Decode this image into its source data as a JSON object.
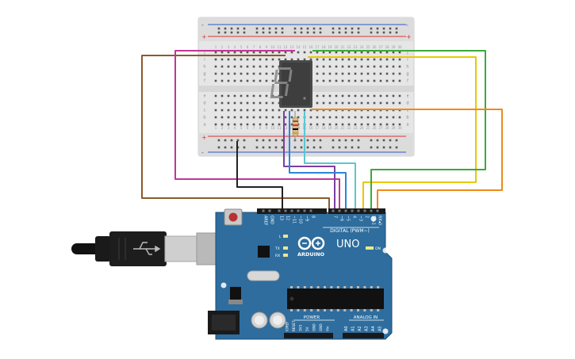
{
  "board": {
    "name": "UNO",
    "brand": "ARDUINO",
    "digital_label": "DIGITAL (PWM~)",
    "power_label": "POWER",
    "analog_label": "ANALOG IN",
    "on_label": "ON",
    "led_l": "L",
    "led_tx": "TX",
    "led_rx": "RX",
    "top_pins": [
      "AREF",
      "GND",
      "13",
      "12",
      "~11",
      "~10",
      "~9",
      "8",
      "7",
      "~6",
      "~5",
      "4",
      "~3",
      "2",
      "TX▸1",
      "RX◂0"
    ],
    "power_pins": [
      "IOREF",
      "RESET",
      "3V3",
      "5V",
      "GND",
      "GND",
      "Vin"
    ],
    "analog_pins": [
      "A0",
      "A1",
      "A2",
      "A3",
      "A4",
      "A5"
    ]
  },
  "breadboard": {
    "row_letters_top": [
      "j",
      "i",
      "h",
      "g",
      "f"
    ],
    "row_letters_bottom": [
      "e",
      "d",
      "c",
      "b",
      "a"
    ],
    "columns": [
      "1",
      "2",
      "3",
      "4",
      "5",
      "6",
      "7",
      "8",
      "9",
      "10",
      "11",
      "12",
      "13",
      "14",
      "15",
      "16",
      "17",
      "18",
      "19",
      "20",
      "21",
      "22",
      "23",
      "24",
      "25",
      "26",
      "27",
      "28",
      "29",
      "30"
    ],
    "plus": "+",
    "minus": "-"
  },
  "display": {
    "digit": "8"
  },
  "colors": {
    "board_blue": "#2e6d9e",
    "wire_brown": "#8b5a2b",
    "wire_magenta": "#c0369a",
    "wire_purple": "#7b3fa0",
    "wire_blue": "#2a86d8",
    "wire_cyan": "#5cc6d0",
    "wire_green": "#3aaa3a",
    "wire_yellow": "#e8c800",
    "wire_orange": "#ee8a1a",
    "wire_black": "#222222"
  },
  "icons": [
    "usb-cable-icon",
    "arduino-infinity-logo-icon",
    "seven-segment-display-icon",
    "resistor-icon"
  ]
}
